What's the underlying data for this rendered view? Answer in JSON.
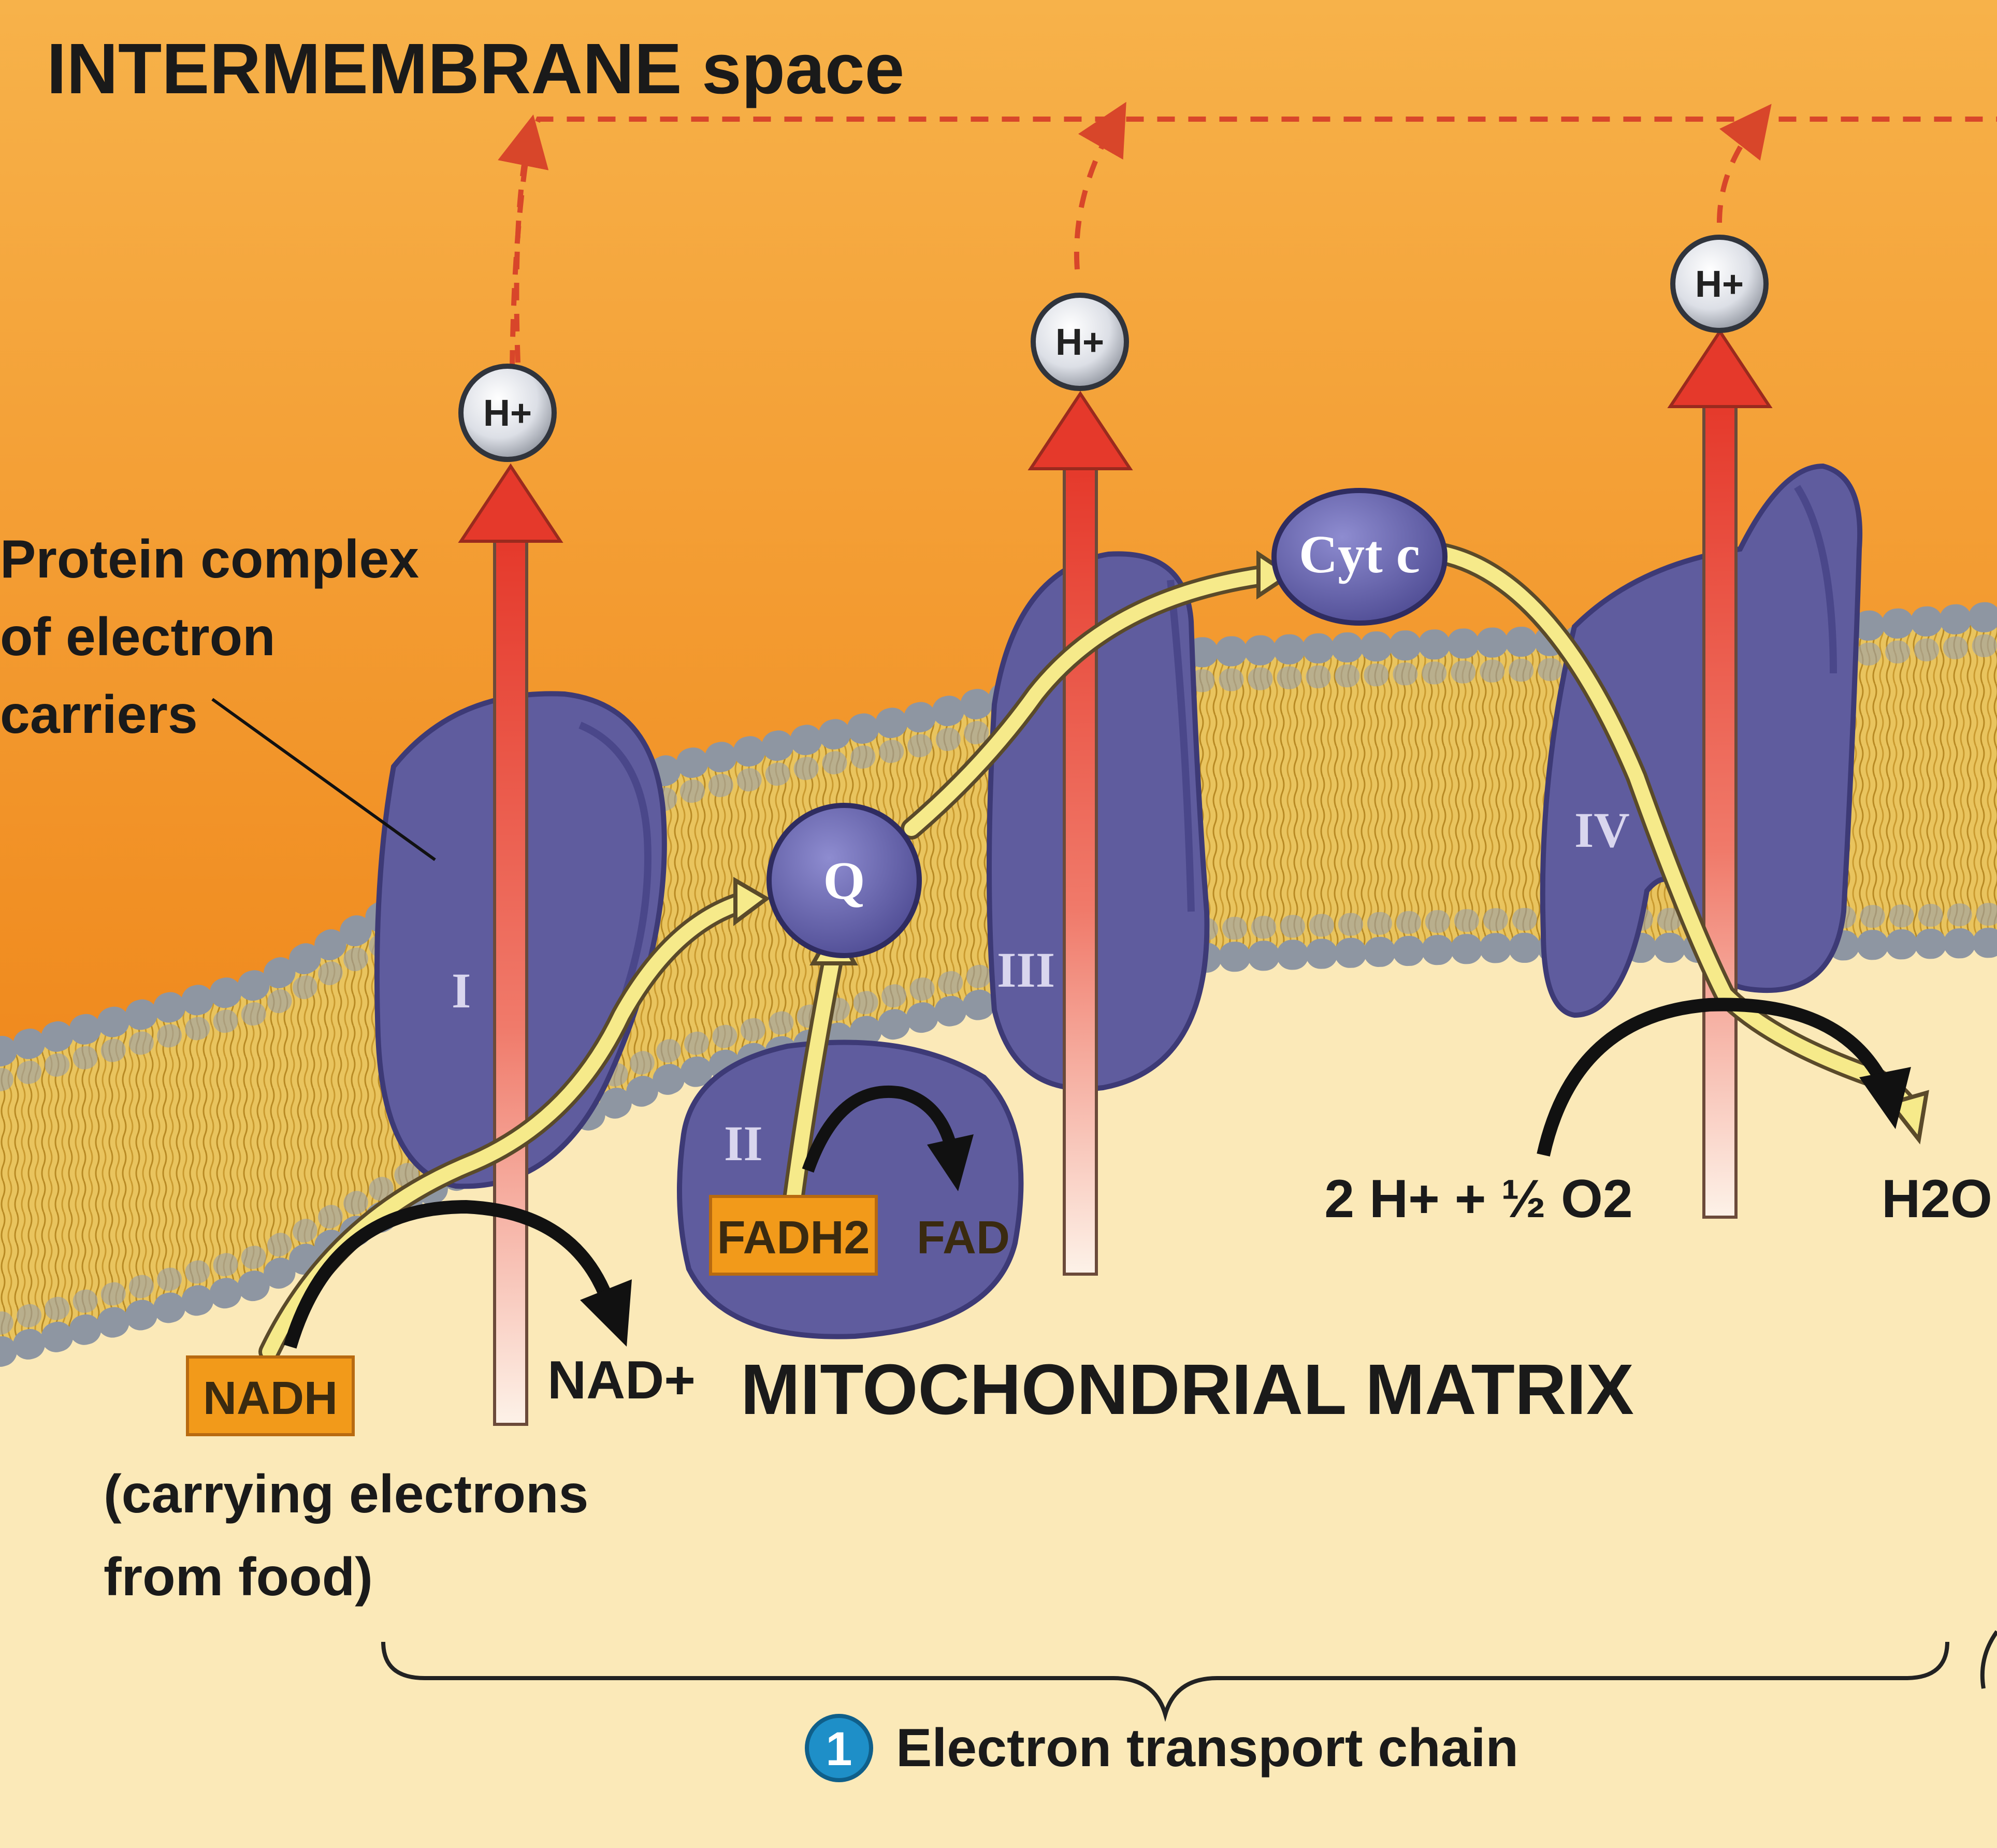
{
  "title": "INTERMEMBRANE space",
  "matrix_label": "MITOCHONDRIAL MATRIX",
  "protein_label": [
    "Protein complex",
    "of electron",
    "carriers"
  ],
  "complexes": {
    "i": "I",
    "ii": "II",
    "iii": "III",
    "iv": "IV"
  },
  "carriers": {
    "q": "Q",
    "cyt_c": "Cyt c"
  },
  "proton": "H+",
  "nadh": "NADH",
  "nad_plus": "NAD+",
  "nadh_note": [
    "(carrying electrons",
    "from food)"
  ],
  "fadh2": "FADH2",
  "fad": "FAD",
  "oxygen_eq": "2 H+ + ½ O2",
  "water": "H2O",
  "step_number": "1",
  "step_label": "Electron transport chain",
  "colors": {
    "intermembrane": "#f4a23c",
    "matrix": "#fbe9b8",
    "membrane_tails": "#e8c25a",
    "head_beads": "#8e96a2",
    "protein": "#5f5c9e",
    "electron_path": "#f6ea8a",
    "proton_arrow": "#e53b2e",
    "step_badge": "#1e8fc8"
  }
}
